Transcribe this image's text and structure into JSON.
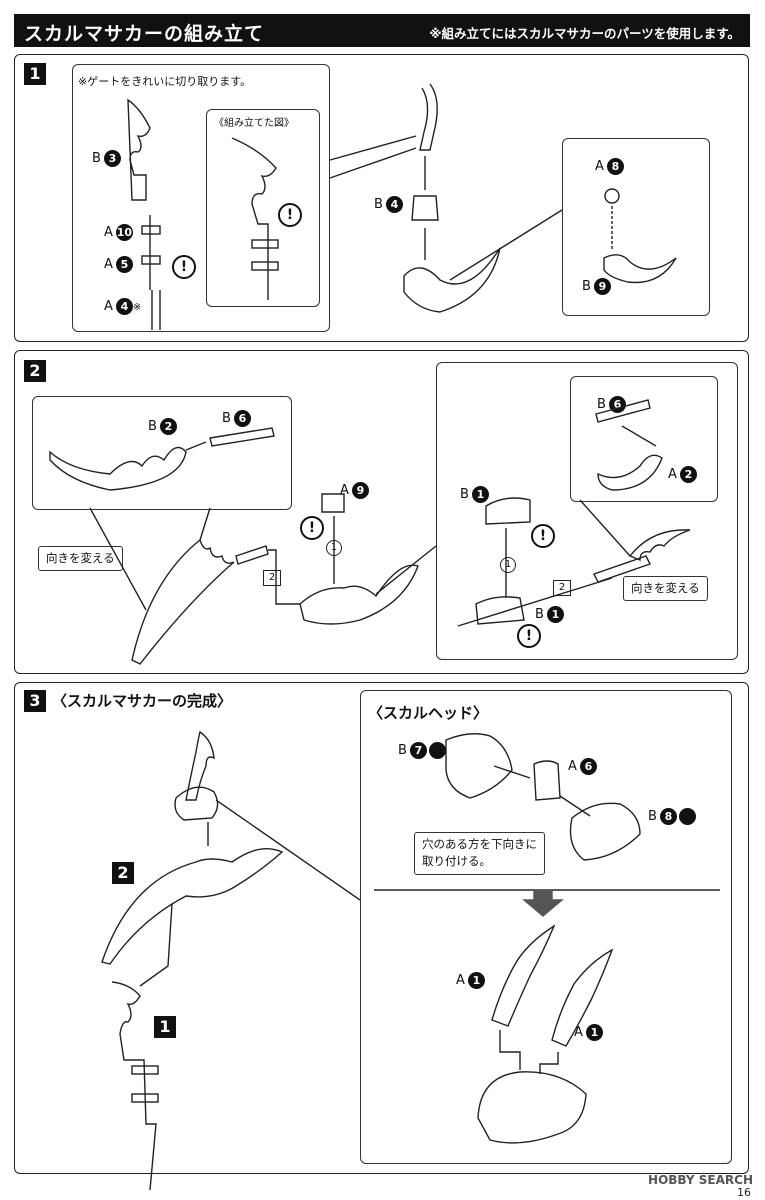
{
  "header": {
    "title": "スカルマサカーの組み立て",
    "note": "※組み立てにはスカルマサカーのパーツを使用します。"
  },
  "step1": {
    "number": "1",
    "gate_note": "※ゲートをきれいに切り取ります。",
    "assembled_label": "《組み立てた図》",
    "parts": {
      "b3": {
        "letter": "B",
        "num": "3"
      },
      "a10": {
        "letter": "A",
        "num": "10"
      },
      "a5": {
        "letter": "A",
        "num": "5"
      },
      "a4": {
        "letter": "A",
        "num": "4",
        "suffix": "※"
      },
      "b4": {
        "letter": "B",
        "num": "4"
      },
      "a8": {
        "letter": "A",
        "num": "8"
      },
      "b9": {
        "letter": "B",
        "num": "9"
      }
    }
  },
  "step2": {
    "number": "2",
    "parts": {
      "b2": {
        "letter": "B",
        "num": "2"
      },
      "b6_left": {
        "letter": "B",
        "num": "6"
      },
      "a9": {
        "letter": "A",
        "num": "9"
      },
      "b1_top": {
        "letter": "B",
        "num": "1"
      },
      "b1_bottom": {
        "letter": "B",
        "num": "1"
      },
      "b6_right": {
        "letter": "B",
        "num": "6"
      },
      "a2": {
        "letter": "A",
        "num": "2"
      }
    },
    "turn_label_left": "向きを変える",
    "turn_label_right": "向きを変える",
    "step_marks": {
      "one": "1",
      "two": "2"
    }
  },
  "step3": {
    "number": "3",
    "title": "〈スカルマサカーの完成〉",
    "ref2": "2",
    "ref1": "1",
    "head_title": "〈スカルヘッド〉",
    "parts": {
      "b7": {
        "letter": "B",
        "num": "7"
      },
      "a6": {
        "letter": "A",
        "num": "6"
      },
      "b8": {
        "letter": "B",
        "num": "8"
      },
      "a1_left": {
        "letter": "A",
        "num": "1"
      },
      "a1_right": {
        "letter": "A",
        "num": "1"
      }
    },
    "hole_note_line1": "穴のある方を下向きに",
    "hole_note_line2": "取り付ける。"
  },
  "footer": {
    "watermark": "HOBBY SEARCH",
    "page": "16"
  }
}
